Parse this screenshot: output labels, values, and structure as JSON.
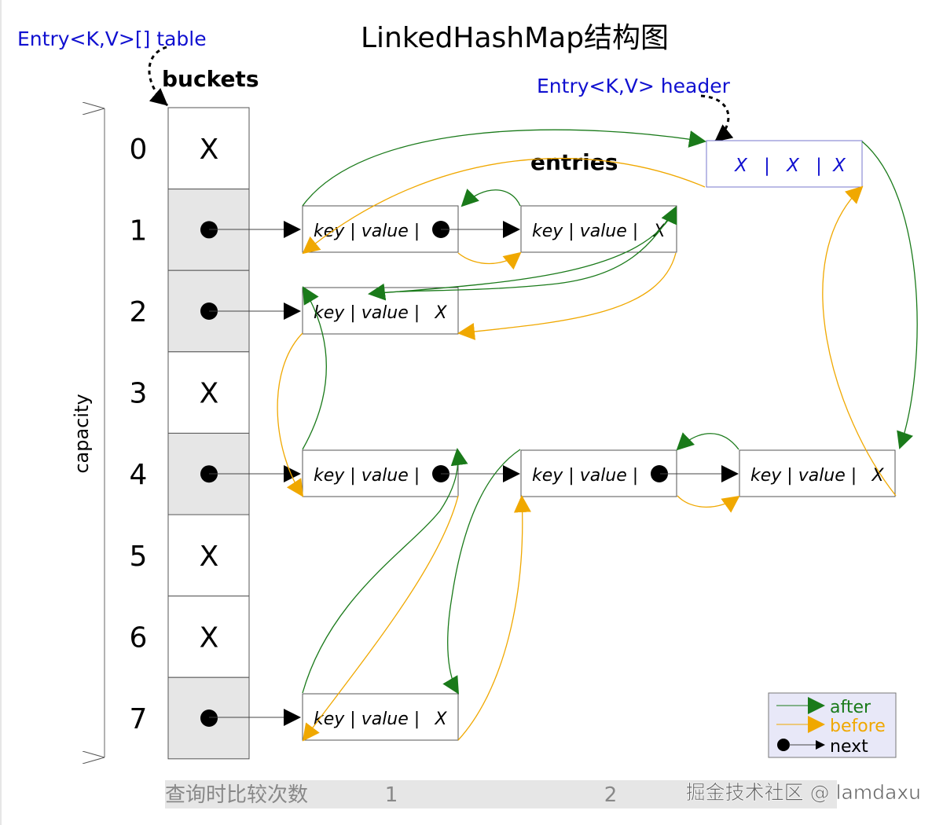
{
  "title": "LinkedHashMap结构图",
  "table_label": "Entry<K,V>[] table",
  "buckets_label": "buckets",
  "header_label": "Entry<K,V> header",
  "entries_label": "entries",
  "capacity_label": "capacity",
  "header_cells": [
    "X",
    "|",
    "X",
    "|",
    "X"
  ],
  "buckets": [
    {
      "index": "0",
      "content": "X"
    },
    {
      "index": "1",
      "content": "•"
    },
    {
      "index": "2",
      "content": "•"
    },
    {
      "index": "3",
      "content": "X"
    },
    {
      "index": "4",
      "content": "•"
    },
    {
      "index": "5",
      "content": "X"
    },
    {
      "index": "6",
      "content": "X"
    },
    {
      "index": "7",
      "content": "•"
    }
  ],
  "entry_text": "key | value |",
  "null_marker": "X",
  "legend": {
    "after": "after",
    "before": "before",
    "next": "next"
  },
  "colors": {
    "after": "#1a7a1a",
    "before": "#f0a800",
    "next": "#000000",
    "annotation": "#1010d0",
    "bucket_filled": "#e6e6e6",
    "legend_bg": "#e8e8f8"
  },
  "footer": {
    "label": "查询时比较次数",
    "counts": [
      "1",
      "2"
    ],
    "watermark": "掘金技术社区 @ lamdaxu"
  }
}
